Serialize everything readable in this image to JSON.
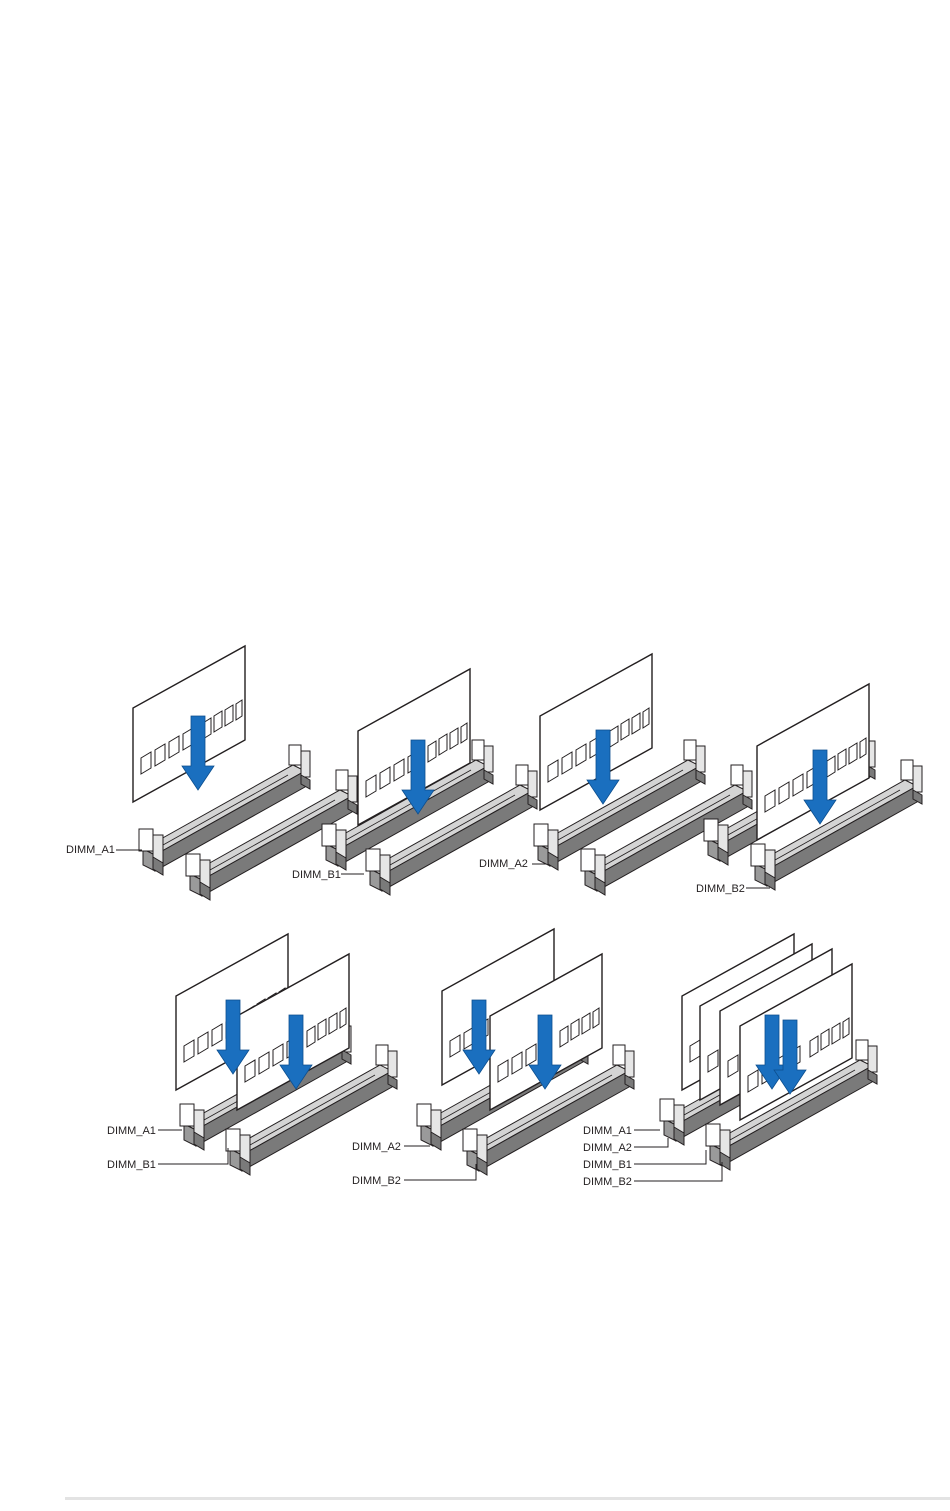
{
  "colors": {
    "arrow": "#1a6fbf",
    "slot_dark": "#7a7a7a",
    "slot_light": "#d4d4d4",
    "outline": "#231f20",
    "module_fill": "#ffffff"
  },
  "icons": {
    "arrow": "down-arrow-icon"
  },
  "illustrations": [
    {
      "id": "config-a1",
      "labels": [
        "DIMM_A1"
      ]
    },
    {
      "id": "config-b1",
      "labels": [
        "DIMM_B1"
      ]
    },
    {
      "id": "config-a2",
      "labels": [
        "DIMM_A2"
      ]
    },
    {
      "id": "config-b2",
      "labels": [
        "DIMM_B2"
      ]
    },
    {
      "id": "config-a1-b1",
      "labels": [
        "DIMM_A1",
        "DIMM_B1"
      ]
    },
    {
      "id": "config-a2-b2",
      "labels": [
        "DIMM_A2",
        "DIMM_B2"
      ]
    },
    {
      "id": "config-all",
      "labels": [
        "DIMM_A1",
        "DIMM_A2",
        "DIMM_B1",
        "DIMM_B2"
      ]
    }
  ]
}
